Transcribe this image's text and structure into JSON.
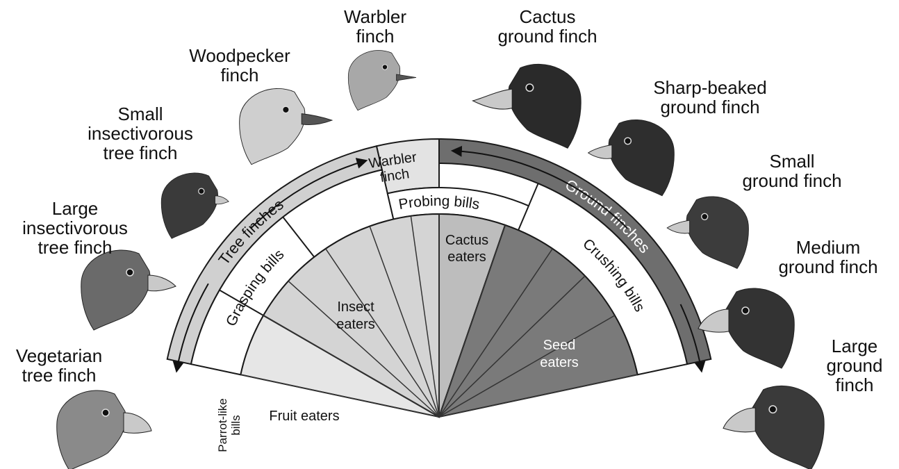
{
  "finches": [
    {
      "id": "vegetarian",
      "line1": "Vegetarian",
      "line2": "tree finch",
      "line3": ""
    },
    {
      "id": "large-insectivorous",
      "line1": "Large",
      "line2": "insectivorous",
      "line3": "tree finch"
    },
    {
      "id": "small-insectivorous",
      "line1": "Small",
      "line2": "insectivorous",
      "line3": "tree finch"
    },
    {
      "id": "woodpecker",
      "line1": "Woodpecker",
      "line2": "finch",
      "line3": ""
    },
    {
      "id": "warbler",
      "line1": "Warbler",
      "line2": "finch",
      "line3": ""
    },
    {
      "id": "cactus-ground",
      "line1": "Cactus",
      "line2": "ground finch",
      "line3": ""
    },
    {
      "id": "sharp-beaked-ground",
      "line1": "Sharp-beaked",
      "line2": "ground finch",
      "line3": ""
    },
    {
      "id": "small-ground",
      "line1": "Small",
      "line2": "ground finch",
      "line3": ""
    },
    {
      "id": "medium-ground",
      "line1": "Medium",
      "line2": "ground finch",
      "line3": ""
    },
    {
      "id": "large-ground",
      "line1": "Large",
      "line2": "ground",
      "line3": "finch"
    }
  ],
  "groups": {
    "tree": "Tree finches",
    "ground": "Ground finches",
    "warbler_line1": "Warbler",
    "warbler_line2": "finch"
  },
  "bills": {
    "parrot_line1": "Parrot-like",
    "parrot_line2": "bills",
    "grasping": "Grasping bills",
    "probing": "Probing bills",
    "crushing": "Crushing bills"
  },
  "diets": {
    "fruit": "Fruit eaters",
    "insect_line1": "Insect",
    "insect_line2": "eaters",
    "cactus_line1": "Cactus",
    "cactus_line2": "eaters",
    "seed_line1": "Seed",
    "seed_line2": "eaters"
  },
  "colors": {
    "tree_band": "#d0d0d0",
    "ground_band": "#6e6e6e",
    "warbler_cell": "#e3e3e3",
    "fruit": "#e6e6e6",
    "insect": "#d4d4d4",
    "cactus": "#bdbdbd",
    "seed": "#7a7a7a",
    "line": "#1a1a1a"
  }
}
